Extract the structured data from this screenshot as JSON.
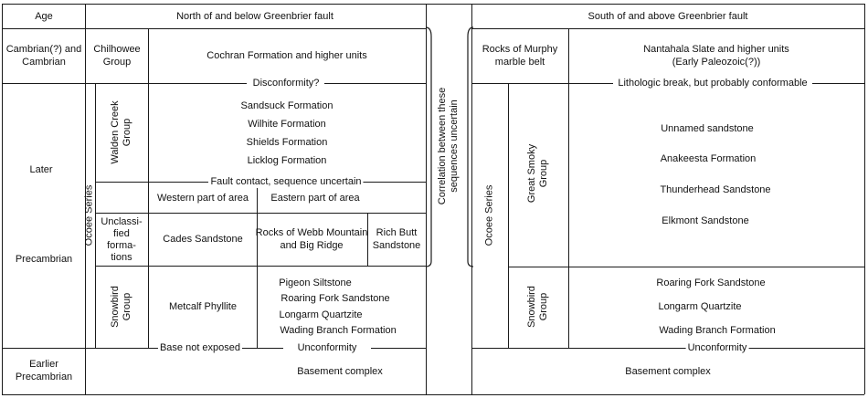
{
  "headers": {
    "age": "Age",
    "north": "North of and below Greenbrier fault",
    "south": "South of and above Greenbrier fault"
  },
  "ages": {
    "cambrian_1": "Cambrian(?) and",
    "cambrian_2": "Cambrian",
    "later": "Later",
    "precambrian": "Precambrian",
    "earlier_1": "Earlier",
    "earlier_2": "Precambrian"
  },
  "north": {
    "chilhowee_1": "Chilhowee",
    "chilhowee_2": "Group",
    "cochran": "Cochran Formation and higher units",
    "disconformity": "Disconformity?",
    "ocoee_series": "Ocoee Series",
    "walden_creek_1": "Walden Creek",
    "walden_creek_2": "Group",
    "walden_formations": [
      "Sandsuck Formation",
      "Wilhite Formation",
      "Shields Formation",
      "Licklog Formation"
    ],
    "fault_contact": "Fault contact, sequence uncertain",
    "western": "Western part of area",
    "eastern": "Eastern part of area",
    "unclassified": [
      "Unclassi-",
      "fied",
      "forma-",
      "tions"
    ],
    "cades": "Cades Sandstone",
    "webb_1": "Rocks of Webb Mountain",
    "webb_2": "and Big Ridge",
    "rich_butt_1": "Rich Butt",
    "rich_butt_2": "Sandstone",
    "snowbird_1": "Snowbird",
    "snowbird_2": "Group",
    "metcalf": "Metcalf Phyllite",
    "snowbird_formations": [
      "Pigeon Siltstone",
      "Roaring Fork Sandstone",
      "Longarm Quartzite",
      "Wading Branch Formation"
    ],
    "base_not_exposed": "Base not exposed",
    "unconformity": "Unconformity",
    "basement": "Basement complex"
  },
  "correlation": {
    "line_1": "Correlation between these",
    "line_2": "sequences uncertain"
  },
  "south": {
    "murphy_1": "Rocks of Murphy",
    "murphy_2": "marble belt",
    "nantahala_1": "Nantahala Slate and higher units",
    "nantahala_2": "(Early Paleozoic(?))",
    "lithologic_break": "Lithologic break, but probably conformable",
    "ocoee_series": "Ocoee Series",
    "great_smoky_1": "Great Smoky",
    "great_smoky_2": "Group",
    "great_smoky_formations": [
      "Unnamed sandstone",
      "Anakeesta Formation",
      "Thunderhead Sandstone",
      "Elkmont Sandstone"
    ],
    "snowbird_1": "Snowbird",
    "snowbird_2": "Group",
    "snowbird_formations": [
      "Roaring Fork Sandstone",
      "Longarm Quartzite",
      "Wading Branch Formation"
    ],
    "unconformity": "Unconformity",
    "basement": "Basement complex"
  }
}
